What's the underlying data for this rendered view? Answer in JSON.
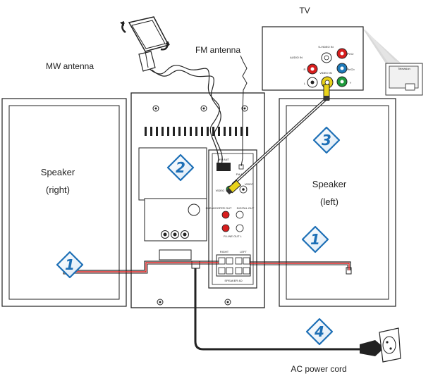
{
  "labels": {
    "tv": "TV",
    "fm_antenna": "FM antenna",
    "mw_antenna": "MW antenna",
    "speaker_right_1": "Speaker",
    "speaker_right_2": "(right)",
    "speaker_left_1": "Speaker",
    "speaker_left_2": "(left)",
    "ac_power_cord": "AC power cord"
  },
  "steps": {
    "s1_right": "1",
    "s2": "2",
    "s3": "3",
    "s1_left": "1",
    "s4": "4"
  },
  "tv_panel": {
    "audio_in": "AUDIO IN",
    "s_video_in": "S-VIDEO IN",
    "video_in": "VIDEO IN",
    "pr_cr": "Pr/Cr",
    "pb_cb": "Pb/Cb",
    "y": "Y",
    "r": "R",
    "l": "L",
    "television": "Television"
  },
  "rear_panel": {
    "fm_label": "FM ANT",
    "mw_label": "MW ANT",
    "video_out": "VIDEO",
    "video_out2": "VIDEO",
    "sub_woofer_out": "SUB WOOFER OUT",
    "digital_out": "DIGITAL OUT",
    "line_out": "R  LINE OUT  L",
    "right": "RIGHT",
    "left": "LEFT",
    "speaker_label": "SPEAKER 4Ω"
  },
  "colors": {
    "outline": "#222222",
    "step_blue": "#1d6fb6",
    "speaker_wire": "#d81e1e",
    "video_jack": "#e8d21a",
    "jack_red": "#d81e1e",
    "jack_blue": "#1d79b8",
    "jack_green": "#1e9a3c",
    "panel_gray": "#d9d9d9"
  }
}
